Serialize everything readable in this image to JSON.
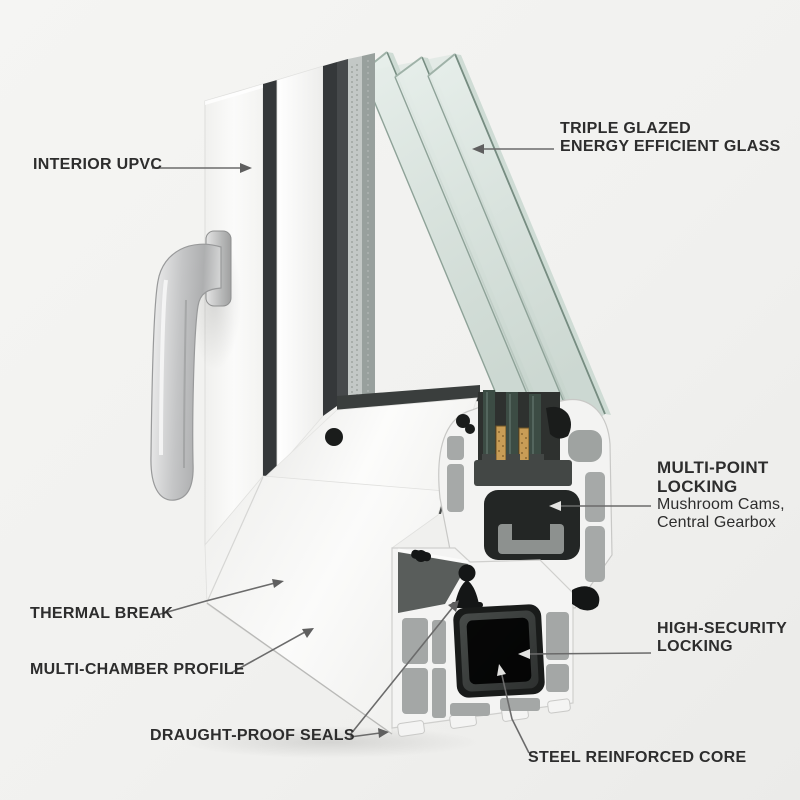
{
  "diagram": {
    "description": "Cutaway illustration of a white uPVC window corner showing triple glazing and profile cross-sections",
    "background_color": "#f1f1ef",
    "labels": {
      "interior_upvc": {
        "line1": "INTERIOR UPVC"
      },
      "triple_glazed": {
        "line1": "TRIPLE GLAZED",
        "line2": "ENERGY EFFICIENT GLASS"
      },
      "multi_point": {
        "line1": "MULTI-POINT",
        "line2": "LOCKING",
        "line3": "Mushroom Cams,",
        "line4": "Central Gearbox"
      },
      "thermal_break": {
        "line1": "THERMAL BREAK"
      },
      "multi_chamber": {
        "line1": "MULTI-CHAMBER PROFILE"
      },
      "high_security": {
        "line1": "HIGH-SECURITY",
        "line2": "LOCKING"
      },
      "draught_seals": {
        "line1": "DRAUGHT-PROOF SEALS"
      },
      "steel_core": {
        "line1": "STEEL REINFORCED CORE"
      }
    },
    "colors": {
      "background": "#f1f1ef",
      "profile_white": "#f7f7f6",
      "chamber_gray": "#a6a9a8",
      "dark_edge": "#35383a",
      "steel_dark": "#2b2e2d",
      "seal_black": "#151717",
      "glass_tint": "#dce7e2",
      "glass_edge": "#8ba095",
      "spacer_gold": "#c89d56",
      "handle_silver": "#c9cacb",
      "label_text": "#2d2d2d",
      "leader_line": "#6b6b6b"
    }
  }
}
